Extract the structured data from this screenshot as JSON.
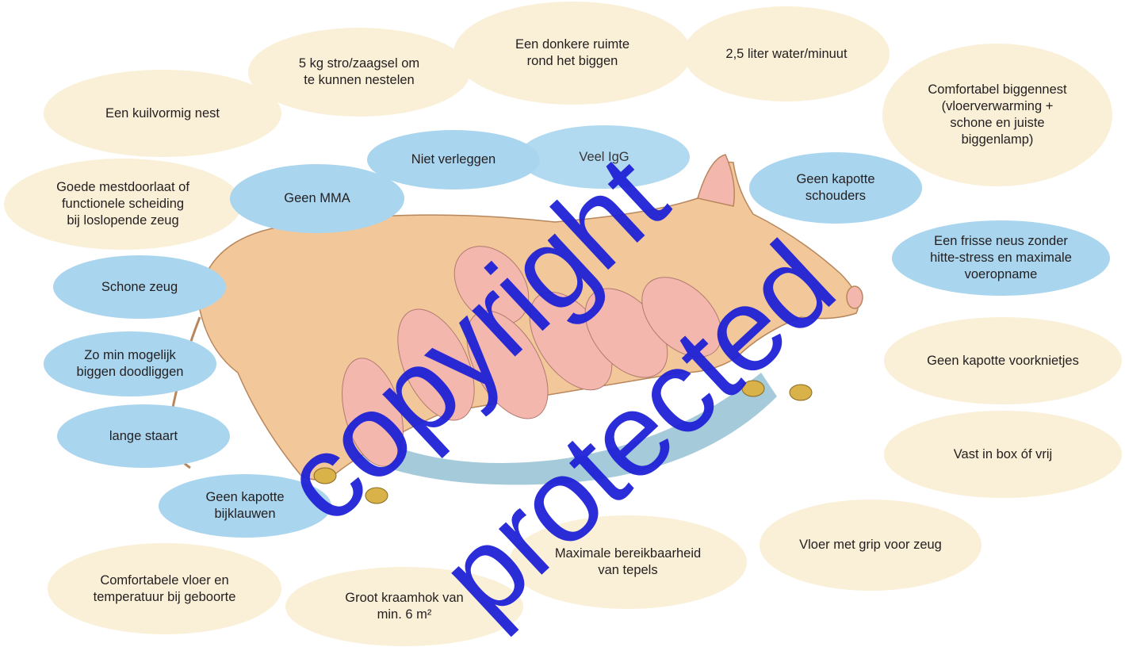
{
  "bubbles": {
    "stro": "5 kg stro/zaagsel om\nte kunnen nestelen",
    "donkere_ruimte": "Een donkere ruimte\nrond het biggen",
    "water": "2,5 liter water/minuut",
    "biggennest": "Comfortabel biggennest\n(vloerverwarming +\nschone en juiste\nbiggenlamp)",
    "kuilvormig": "Een kuilvormig nest",
    "niet_verleggen": "Niet verleggen",
    "veel_igg": "Veel IgG",
    "kapotte_schouders": "Geen kapotte\nschouders",
    "mestdoorlaat": "Goede mestdoorlaat of\nfunctionele scheiding\nbij loslopende zeug",
    "geen_mma": "Geen MMA",
    "frisse_neus": "Een frisse neus zonder\nhitte-stress en maximale\nvoeropname",
    "schone_zeug": "Schone zeug",
    "doodliggen": "Zo min mogelijk\nbiggen doodliggen",
    "voorknietjes": "Geen kapotte voorknietjes",
    "lange_staart": "lange staart",
    "vast_vrij": "Vast in box óf vrij",
    "bijklauwen": "Geen kapotte\nbijklauwen",
    "grip": "Vloer met grip voor zeug",
    "bereikbaarheid": "Maximale bereikbaarheid\nvan tepels",
    "comfortabele_vloer": "Comfortabele vloer en\ntemperatuur bij geboorte",
    "kraamhok": "Groot kraamhok van\nmin. 6 m²"
  },
  "watermark": {
    "line1": "copyright",
    "line2": "protected"
  },
  "colors": {
    "beige": "#faefd7",
    "blue": "#a9d5ee",
    "sow": "#f2c79a",
    "piglet": "#f4b7ae",
    "watermark": "#1f22d6"
  }
}
